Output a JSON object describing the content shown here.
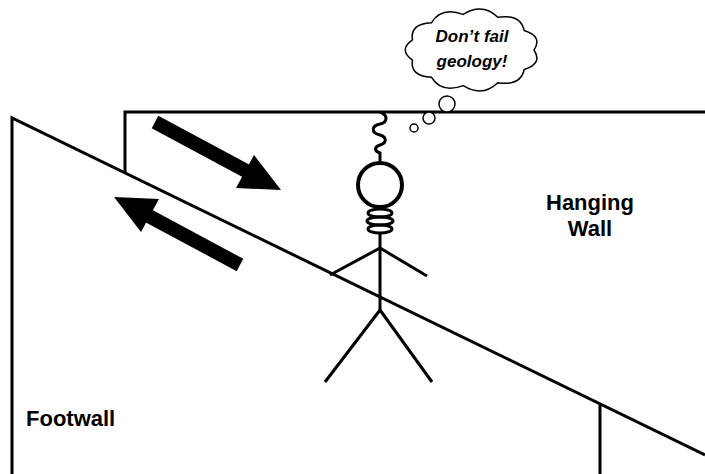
{
  "diagram": {
    "nodes": [
      {
        "text": [
          "Don’t fail geology!"
        ]
      }
    ],
    "labels": [
      "Hanging Wall",
      "Footwall"
    ]
  }
}
